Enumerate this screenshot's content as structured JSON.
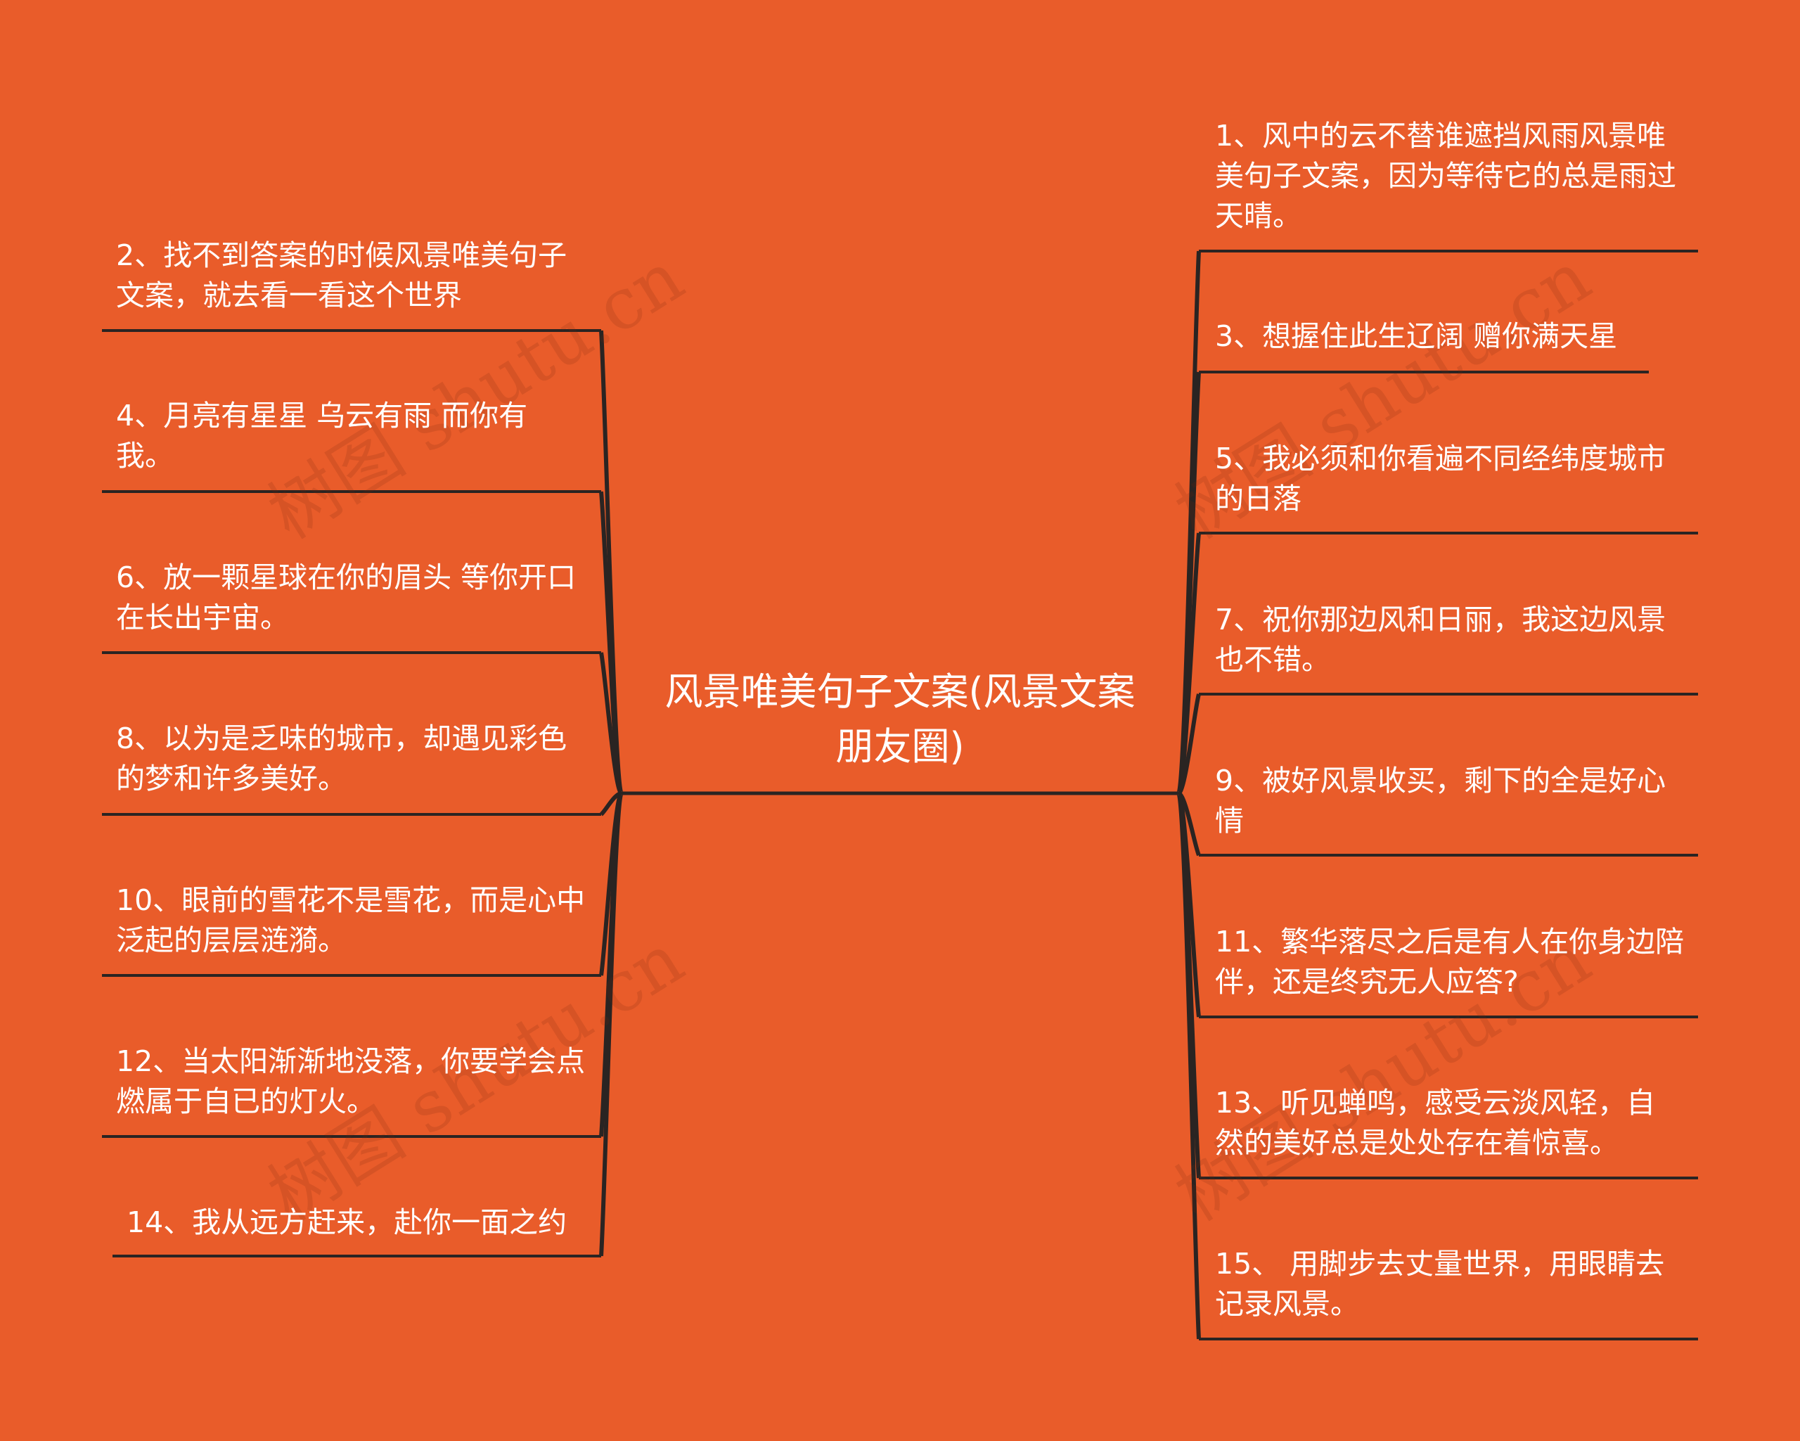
{
  "background_color": "#E95C2A",
  "line_color": "#2A2422",
  "text_color": "#FFFFFF",
  "root": {
    "label": "风景唯美句子文案(风景文案朋友圈)"
  },
  "left_branches": [
    {
      "id": "n2",
      "text": "2、找不到答案的时候风景唯美句子文案，就去看一看这个世界"
    },
    {
      "id": "n4",
      "text": "4、月亮有星星 乌云有雨 而你有我。"
    },
    {
      "id": "n6",
      "text": "6、放一颗星球在你的眉头 等你开口在长出宇宙。"
    },
    {
      "id": "n8",
      "text": "8、以为是乏味的城市，却遇见彩色的梦和许多美好。"
    },
    {
      "id": "n10",
      "text": "10、眼前的雪花不是雪花，而是心中泛起的层层涟漪。"
    },
    {
      "id": "n12",
      "text": "12、当太阳渐渐地没落，你要学会点燃属于自已的灯火。"
    },
    {
      "id": "n14",
      "text": "14、我从远方赶来，赴你一面之约"
    }
  ],
  "right_branches": [
    {
      "id": "n1",
      "text": "1、风中的云不替谁遮挡风雨风景唯美句子文案，因为等待它的总是雨过天晴。"
    },
    {
      "id": "n3",
      "text": "3、想握住此生辽阔 赠你满天星"
    },
    {
      "id": "n5",
      "text": "5、我必须和你看遍不同经纬度城市的日落"
    },
    {
      "id": "n7",
      "text": "7、祝你那边风和日丽，我这边风景也不错。"
    },
    {
      "id": "n9",
      "text": "9、被好风景收买，剩下的全是好心情"
    },
    {
      "id": "n11",
      "text": "11、繁华落尽之后是有人在你身边陪伴，还是终究无人应答?"
    },
    {
      "id": "n13",
      "text": "13、听见蝉鸣，感受云淡风轻，自然的美好总是处处存在着惊喜。"
    },
    {
      "id": "n15",
      "text": "15、 用脚步去丈量世界，用眼睛去记录风景。"
    }
  ],
  "watermarks": [
    "树图 shutu.cn",
    "树图 shutu.cn",
    "树图 shutu.cn",
    "树图 shutu.cn"
  ]
}
